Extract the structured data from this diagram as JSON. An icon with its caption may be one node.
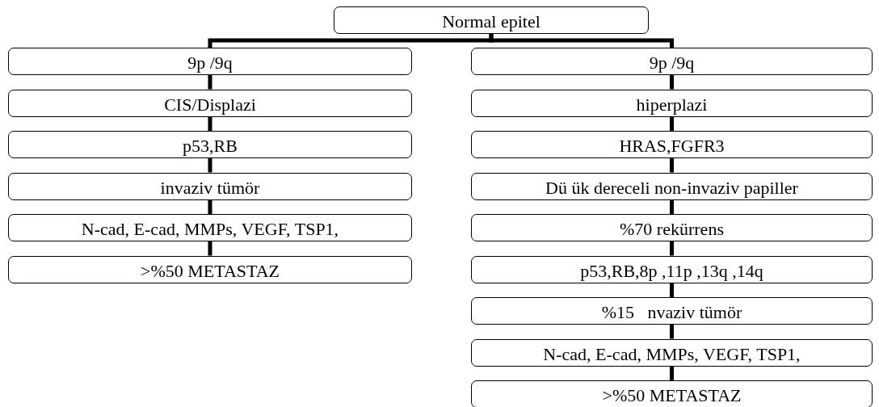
{
  "diagram": {
    "nodes": [
      {
        "text": [
          "Normal epitel"
        ]
      },
      {
        "text": [
          "9p /9q"
        ]
      },
      {
        "text": [
          "CIS/Displazi"
        ]
      },
      {
        "text": [
          "p53,RB"
        ]
      },
      {
        "text": [
          "invaziv tümör"
        ]
      },
      {
        "text": [
          "N-cad, E-cad, MMPs, VEGF, TSP1,"
        ]
      },
      {
        "text": [
          ">%50 METASTAZ"
        ]
      },
      {
        "text": [
          "9p /9q"
        ]
      },
      {
        "text": [
          "hiperplazi"
        ]
      },
      {
        "text": [
          "HRAS,FGFR3"
        ]
      },
      {
        "text": [
          "Dü ük dereceli non-invaziv papiller"
        ]
      },
      {
        "text": [
          "%70 rekürrens"
        ]
      },
      {
        "text": [
          "p53,RB,8p ,11p ,13q ,14q"
        ]
      },
      {
        "text": [
          "%15   nvaziv tümör"
        ]
      },
      {
        "text": [
          "N-cad, E-cad, MMPs, VEGF, TSP1,"
        ]
      },
      {
        "text": [
          ">%50 METASTAZ"
        ]
      }
    ],
    "edges": [
      {
        "from": 0,
        "to": 1,
        "arrow": "none"
      },
      {
        "from": 0,
        "to": 7,
        "arrow": "none"
      },
      {
        "from": 1,
        "to": 2,
        "arrow": "none"
      },
      {
        "from": 2,
        "to": 3,
        "arrow": "none"
      },
      {
        "from": 3,
        "to": 4,
        "arrow": "none"
      },
      {
        "from": 4,
        "to": 5,
        "arrow": "none"
      },
      {
        "from": 5,
        "to": 6,
        "arrow": "none"
      },
      {
        "from": 7,
        "to": 8,
        "arrow": "none"
      },
      {
        "from": 8,
        "to": 9,
        "arrow": "none"
      },
      {
        "from": 9,
        "to": 10,
        "arrow": "none"
      },
      {
        "from": 10,
        "to": 11,
        "arrow": "none"
      },
      {
        "from": 11,
        "to": 12,
        "arrow": "none"
      },
      {
        "from": 12,
        "to": 13,
        "arrow": "none"
      },
      {
        "from": 13,
        "to": 14,
        "arrow": "none"
      },
      {
        "from": 14,
        "to": 15,
        "arrow": "none"
      }
    ]
  }
}
